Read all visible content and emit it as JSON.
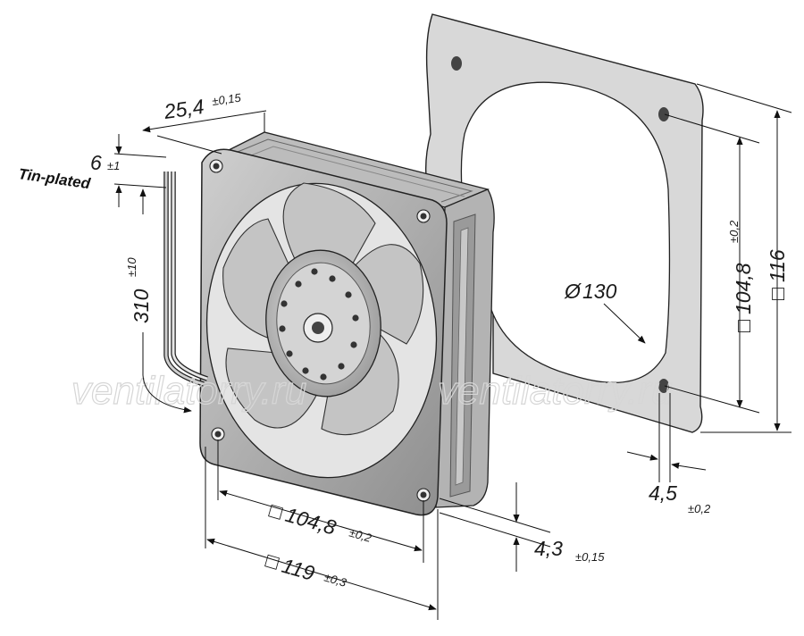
{
  "labels": {
    "depth": "25,4",
    "depth_tol": "±0,15",
    "cable_strip": "6",
    "cable_strip_tol": "±1",
    "tin_plated": "Tin-plated",
    "cable_len": "310",
    "cable_len_tol": "±10",
    "hole_pitch_front": "104,8",
    "hole_pitch_front_tol": "±0,2",
    "frame_size": "119",
    "frame_size_tol": "±0,3",
    "flange": "4,3",
    "flange_tol": "±0,15",
    "cutout": "130",
    "gasket_pitch": "104,8",
    "gasket_pitch_tol": "±0,2",
    "gasket_size": "116",
    "hole_dia": "4,5",
    "hole_dia_tol": "±0,2",
    "watermark_1": "ventilatorry.ru",
    "watermark_2": "ventilatorry.ru"
  },
  "symbols": {
    "diameter": "Ø",
    "square": "□"
  },
  "colors": {
    "gasket": "#d8d8d8",
    "frame": "#a9a9a9",
    "blade": "#c4c4c4",
    "hub": "#bdbdbd",
    "lines": "#111111"
  }
}
